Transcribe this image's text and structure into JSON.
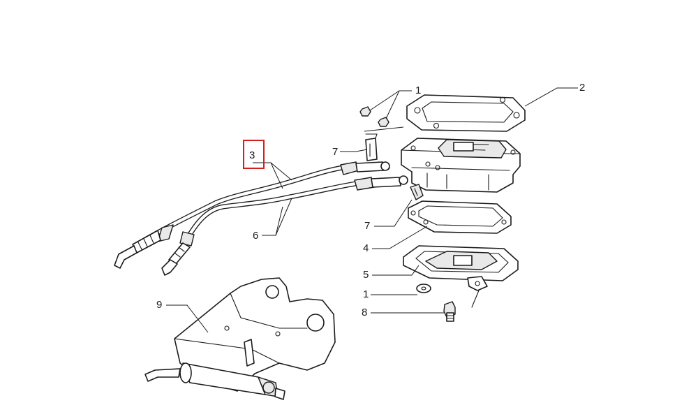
{
  "callouts": {
    "c1_top": "1",
    "c2": "2",
    "c3": "3",
    "c6": "6",
    "c7_top": "7",
    "c7_mid": "7",
    "c4": "4",
    "c5": "5",
    "c1_bottom": "1",
    "c8": "8",
    "c9": "9"
  },
  "highlight": {
    "target": "3",
    "color": "#d42020"
  }
}
